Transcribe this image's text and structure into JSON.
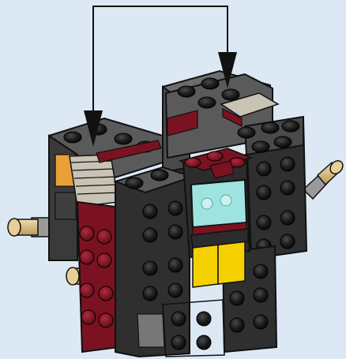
{
  "instruction_step": {
    "callout": "connection-arrows",
    "arrow_count": 2
  },
  "colors": {
    "background": "#dce9f5",
    "dark_gray": "#3b3b3b",
    "stud_black": "#151515",
    "dark_red": "#7a1222",
    "light_gray": "#a8a8a8",
    "tan": "#d8c08a",
    "orange": "#e9a03a",
    "yellow": "#f5d000",
    "trans_cyan": "#9fe3e0",
    "outline": "#111111"
  },
  "parts": [
    {
      "name": "left-module",
      "color": "dark_gray"
    },
    {
      "name": "right-module",
      "color": "dark_gray"
    },
    {
      "name": "center-front-panel",
      "color": "dark_gray"
    },
    {
      "name": "cockpit-window",
      "color": "trans_cyan"
    },
    {
      "name": "yellow-tiles",
      "color": "yellow"
    },
    {
      "name": "dark-red-column",
      "color": "dark_red"
    },
    {
      "name": "side-thrusters",
      "color": "tan"
    }
  ]
}
